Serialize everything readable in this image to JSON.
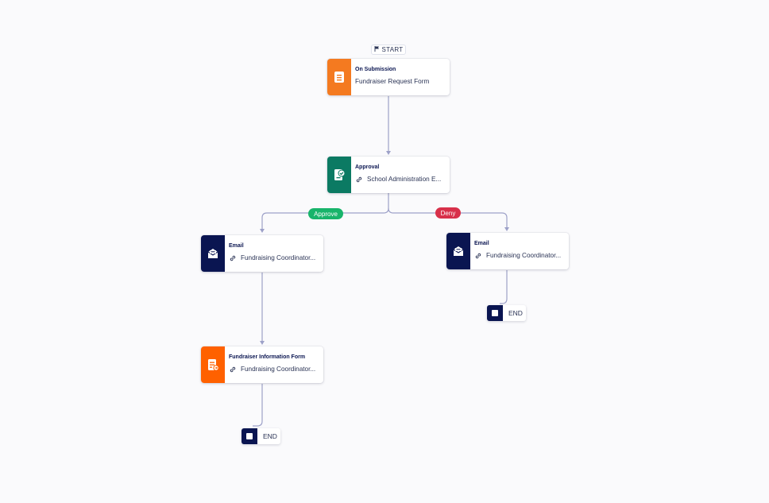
{
  "colors": {
    "orange": "#f47a20",
    "orange_alt": "#ff6100",
    "green": "#0b7a63",
    "navy": "#0a1551",
    "approve": "#18b46b",
    "deny": "#d8304a",
    "connector": "#9da1c8"
  },
  "start": {
    "label": "START",
    "icon": "flag-icon"
  },
  "nodes": {
    "on_submission": {
      "type": "On Submission",
      "subtitle": "Fundraiser Request Form",
      "icon": "form-icon"
    },
    "approval": {
      "type": "Approval",
      "subtitle": "School Administration E...",
      "icon": "approval-icon"
    },
    "email_approve": {
      "type": "Email",
      "subtitle": "Fundraising Coordinator...",
      "icon": "email-icon"
    },
    "email_deny": {
      "type": "Email",
      "subtitle": "Fundraising Coordinator...",
      "icon": "email-icon"
    },
    "info_form": {
      "type": "Fundraiser Information Form",
      "subtitle": "Fundraising Coordinator...",
      "icon": "assigned-form-icon"
    }
  },
  "branches": {
    "approve": "Approve",
    "deny": "Deny"
  },
  "end_label": "END"
}
